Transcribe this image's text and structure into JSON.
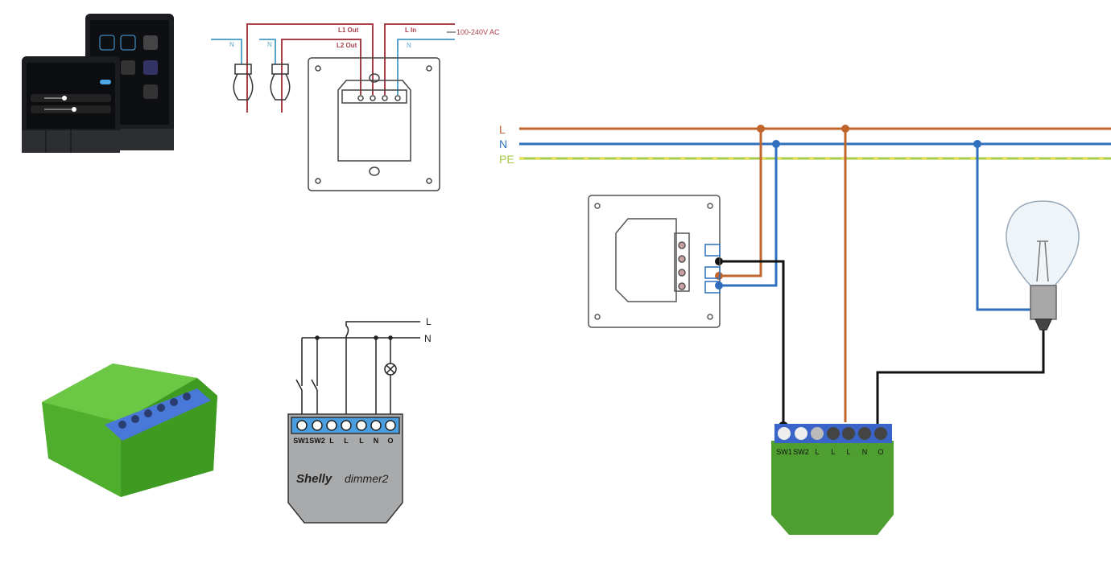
{
  "colors": {
    "L": "#c0652b",
    "N": "#2f6fbd",
    "PE": "#a8c94a",
    "PE_dash": "#f0e040",
    "wire_red": "#a8404a",
    "wire_blue": "#5aa6c8",
    "shelly_green": "#5bbf3a",
    "terminal_blue": "#3a64c8"
  },
  "panel_wiring": {
    "labels": {
      "l1_out": "L1 Out",
      "l2_out": "L2 Out",
      "l_in": "L In",
      "supply": "100-240V AC",
      "n_right": "N",
      "n_lamp1": "N",
      "n_lamp2": "N"
    }
  },
  "dimmer_schematic": {
    "line_L": "L",
    "line_N": "N",
    "terminals": [
      "SW1",
      "SW2",
      "L",
      "L",
      "L",
      "N",
      "O"
    ],
    "brand": "Shelly",
    "model": "dimmer2"
  },
  "main_diagram": {
    "rail_labels": {
      "L": "L",
      "N": "N",
      "PE": "PE"
    },
    "terminals": [
      "SW1",
      "SW2",
      "L",
      "L",
      "L",
      "N",
      "O"
    ]
  },
  "icons": [
    "touch-panel-photo",
    "light-bulb-icon",
    "shelly-module-photo",
    "wall-switch-back-plate"
  ]
}
